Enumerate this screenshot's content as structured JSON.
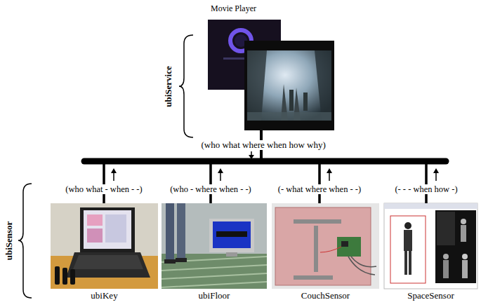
{
  "diagram": {
    "nodes": [
      {
        "text": [
          "Movie Player"
        ]
      },
      {
        "text": [
          "ubiKey"
        ]
      },
      {
        "text": [
          "ubiFloor"
        ]
      },
      {
        "text": [
          "CouchSensor"
        ]
      },
      {
        "text": [
          "SpaceSensor"
        ]
      }
    ],
    "edges": [
      {
        "from": 1,
        "to": 0,
        "arrow": "none",
        "label": "(who what - when - -)"
      },
      {
        "from": 2,
        "to": 0,
        "arrow": "none",
        "label": "(who - where when - -)"
      },
      {
        "from": 3,
        "to": 0,
        "arrow": "none",
        "label": "(- what where when - -)"
      },
      {
        "from": 4,
        "to": 0,
        "arrow": "none",
        "label": "(- - - when how -)"
      }
    ],
    "labels": [
      "(who what where when how why)",
      "ubiService",
      "ubiSensor"
    ]
  }
}
